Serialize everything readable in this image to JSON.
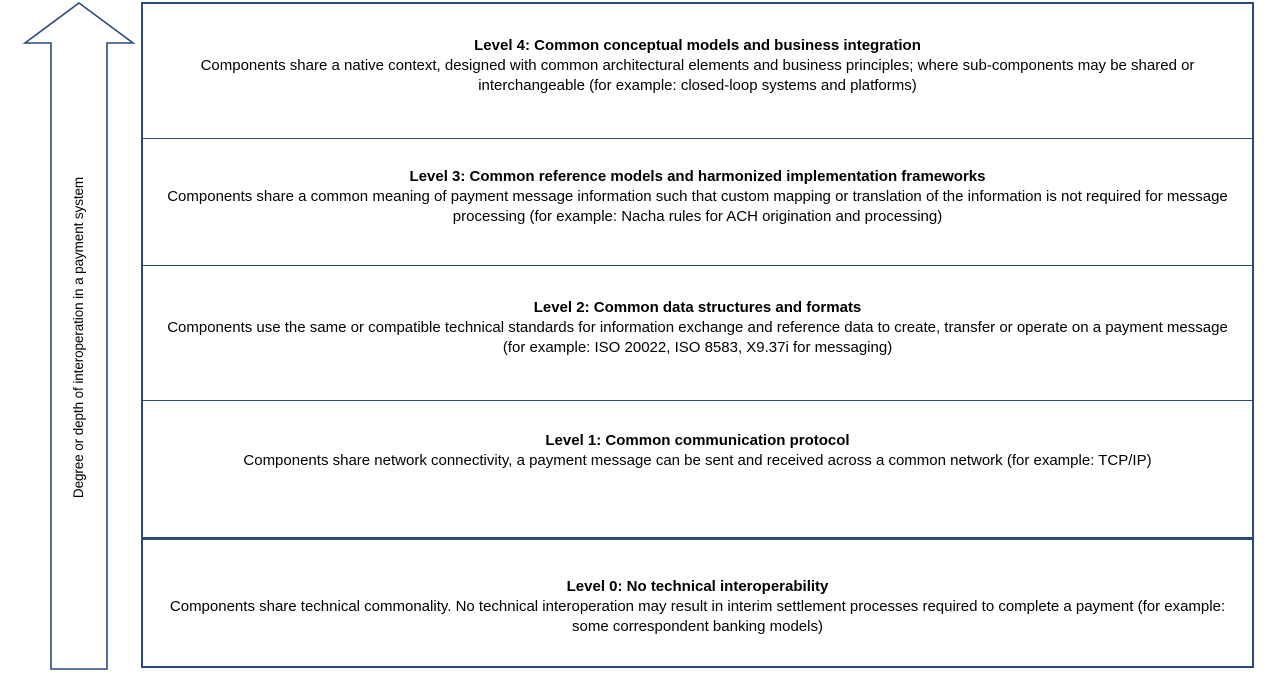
{
  "diagram": {
    "axis": {
      "label": "Degree or depth of interoperation in a payment system",
      "direction": "up",
      "icon": "up-arrow-icon"
    },
    "colors": {
      "border": "#2a4a7c",
      "text": "#000000",
      "background": "#ffffff"
    },
    "levels": [
      {
        "id": "level-4",
        "title": "Level 4: Common conceptual models and business integration",
        "description": "Components share a native context, designed with common architectural elements and business principles; where sub-components may be shared or interchangeable (for example: closed-loop systems and platforms)"
      },
      {
        "id": "level-3",
        "title": "Level 3: Common reference models and harmonized implementation frameworks",
        "description": "Components share a common meaning of payment message information such that custom mapping or translation of the information is not required for message processing (for example: Nacha rules for ACH origination and processing)"
      },
      {
        "id": "level-2",
        "title": "Level 2: Common data structures and formats",
        "description": "Components use the same or compatible technical standards for information exchange and reference data to create, transfer or operate on a payment message (for example: ISO 20022, ISO 8583, X9.37i for messaging)"
      },
      {
        "id": "level-1",
        "title": "Level 1: Common communication protocol",
        "description": "Components share network connectivity, a payment message can be sent and received across a common network (for example: TCP/IP)"
      },
      {
        "id": "level-0",
        "title": "Level 0: No technical interoperability",
        "description": "Components share technical commonality. No technical interoperation may result in interim settlement processes required to complete a payment (for example: some correspondent banking models)"
      }
    ]
  }
}
